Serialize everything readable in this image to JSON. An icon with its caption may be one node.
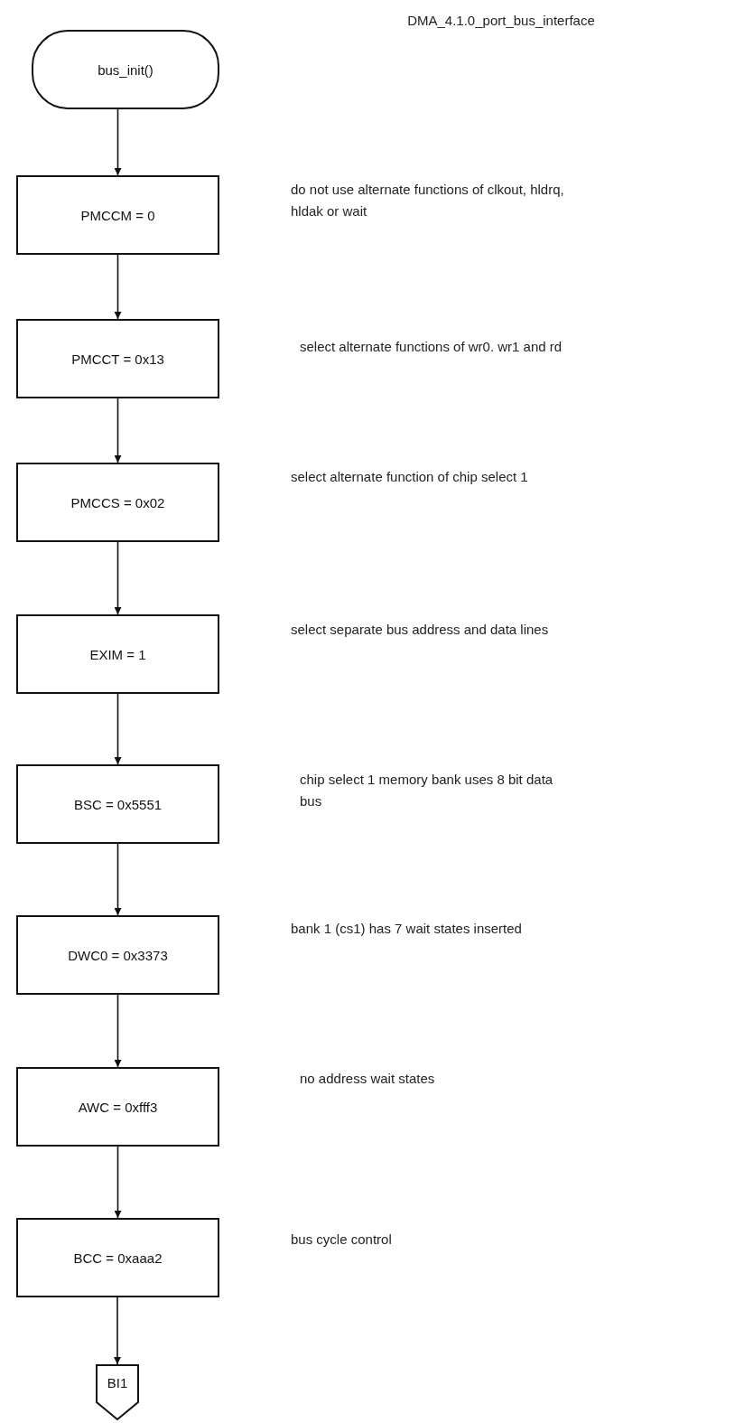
{
  "diagram": {
    "title": "DMA_4.1.0_port_bus_interface",
    "nodes": [
      {
        "text": [
          "bus_init()"
        ]
      },
      {
        "text": [
          "PMCCM = 0"
        ]
      },
      {
        "text": [
          "PMCCT = 0x13"
        ]
      },
      {
        "text": [
          "PMCCS = 0x02"
        ]
      },
      {
        "text": [
          "EXIM = 1"
        ]
      },
      {
        "text": [
          "BSC = 0x5551"
        ]
      },
      {
        "text": [
          "DWC0 = 0x3373"
        ]
      },
      {
        "text": [
          "AWC = 0xfff3"
        ]
      },
      {
        "text": [
          "BCC = 0xaaa2"
        ]
      },
      {
        "text": [
          "BI1"
        ]
      }
    ],
    "edges": [
      {
        "from": 0,
        "to": 1,
        "arrow": "to"
      },
      {
        "from": 1,
        "to": 2,
        "arrow": "to"
      },
      {
        "from": 2,
        "to": 3,
        "arrow": "to"
      },
      {
        "from": 3,
        "to": 4,
        "arrow": "to"
      },
      {
        "from": 4,
        "to": 5,
        "arrow": "to"
      },
      {
        "from": 5,
        "to": 6,
        "arrow": "to"
      },
      {
        "from": 6,
        "to": 7,
        "arrow": "to"
      },
      {
        "from": 7,
        "to": 8,
        "arrow": "to"
      },
      {
        "from": 8,
        "to": 9,
        "arrow": "to"
      }
    ],
    "labels": [
      "do not use alternate functions of clkout, hldrq, hldak or wait",
      "select alternate functions of wr0. wr1 and rd",
      "select alternate function of chip select 1",
      "select separate bus address and data lines",
      "chip select 1 memory bank uses 8 bit data bus",
      "bank 1 (cs1) has 7 wait states inserted",
      "no address wait states",
      "bus cycle control"
    ]
  }
}
